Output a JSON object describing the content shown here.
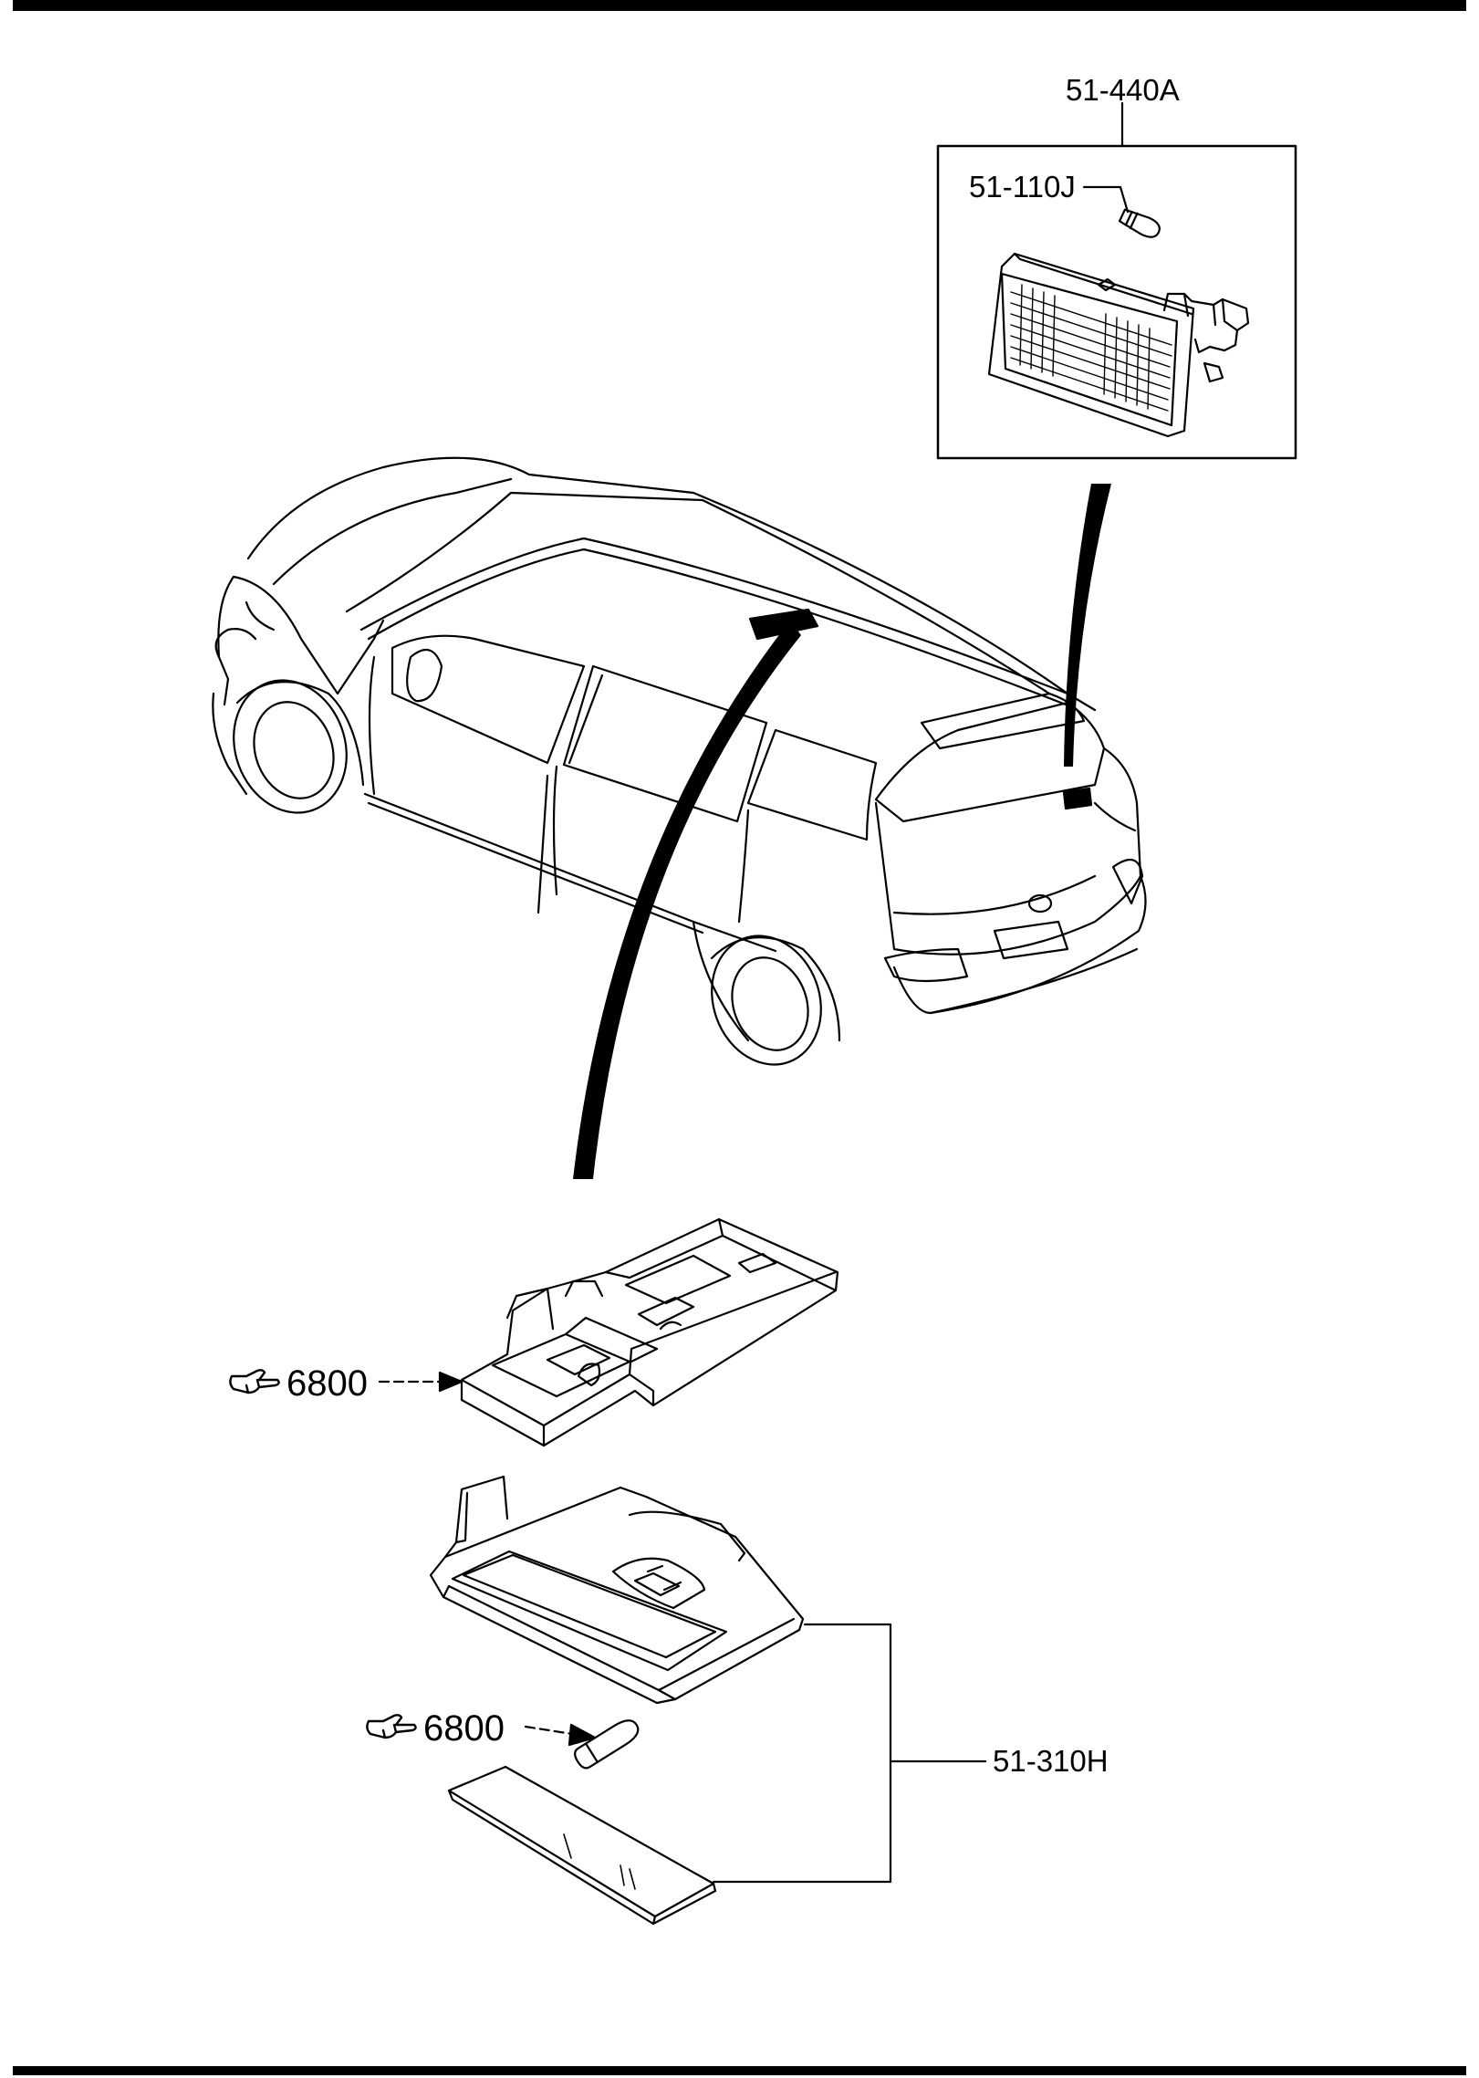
{
  "callouts": {
    "lamp_assembly": "51-440A",
    "bulb": "51-110J",
    "map_lamp": "51-310H"
  },
  "references": {
    "upper_ref": "6800",
    "lower_ref": "6800"
  },
  "icons": {
    "reference": "pointing-hand-icon"
  },
  "colors": {
    "ink": "#000000",
    "paper": "#ffffff"
  }
}
